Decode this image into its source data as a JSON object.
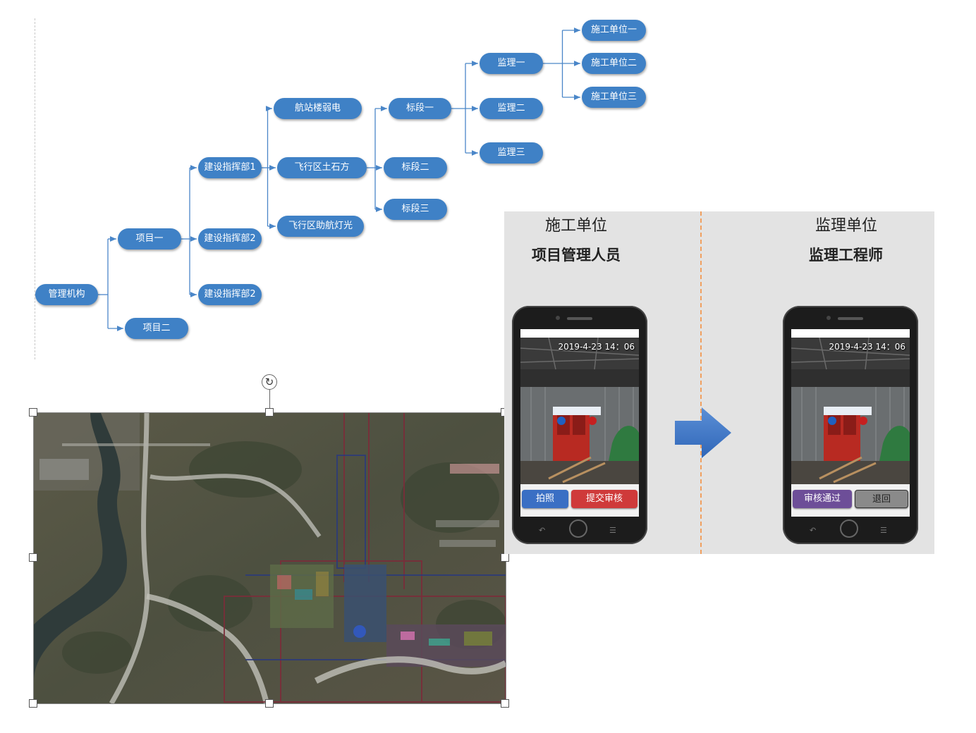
{
  "org_tree": {
    "nodes": [
      {
        "id": "root",
        "label": "管理机构"
      },
      {
        "id": "p1",
        "label": "项目一"
      },
      {
        "id": "p2",
        "label": "项目二"
      },
      {
        "id": "c1",
        "label": "建设指挥部1"
      },
      {
        "id": "c2a",
        "label": "建设指挥部2"
      },
      {
        "id": "c2b",
        "label": "建设指挥部2"
      },
      {
        "id": "w1",
        "label": "航站楼弱电"
      },
      {
        "id": "w2",
        "label": "飞行区土石方"
      },
      {
        "id": "w3",
        "label": "飞行区助航灯光"
      },
      {
        "id": "s1",
        "label": "标段一"
      },
      {
        "id": "s2",
        "label": "标段二"
      },
      {
        "id": "s3",
        "label": "标段三"
      },
      {
        "id": "j1",
        "label": "监理一"
      },
      {
        "id": "j2",
        "label": "监理二"
      },
      {
        "id": "j3",
        "label": "监理三"
      },
      {
        "id": "u1",
        "label": "施工单位一"
      },
      {
        "id": "u2",
        "label": "施工单位二"
      },
      {
        "id": "u3",
        "label": "施工单位三"
      }
    ],
    "edges": [
      [
        "root",
        "p1"
      ],
      [
        "root",
        "p2"
      ],
      [
        "p1",
        "c1"
      ],
      [
        "p1",
        "c2a"
      ],
      [
        "p1",
        "c2b"
      ],
      [
        "c1",
        "w1"
      ],
      [
        "c1",
        "w2"
      ],
      [
        "c1",
        "w3"
      ],
      [
        "w2",
        "s1"
      ],
      [
        "w2",
        "s2"
      ],
      [
        "w2",
        "s3"
      ],
      [
        "s1",
        "j1"
      ],
      [
        "s1",
        "j2"
      ],
      [
        "s1",
        "j3"
      ],
      [
        "j1",
        "u1"
      ],
      [
        "j1",
        "u2"
      ],
      [
        "j1",
        "u3"
      ]
    ]
  },
  "workflow": {
    "left": {
      "unit": "施工单位",
      "role": "项目管理人员",
      "timestamp": "2019-4-23  14：06",
      "buttons": [
        {
          "label": "拍照",
          "color": "#3a6fc4"
        },
        {
          "label": "提交审核",
          "color": "#cf3a3a"
        }
      ]
    },
    "right": {
      "unit": "监理单位",
      "role": "监理工程师",
      "timestamp": "2019-4-23  14：06",
      "buttons": [
        {
          "label": "审核通过",
          "color": "#6d4e98"
        },
        {
          "label": "退回",
          "color": "#8a8a8a"
        }
      ]
    }
  },
  "colors": {
    "node": "#3f81c6",
    "line": "#4a86c8",
    "arrow": "#3b72c1",
    "divider": "#f0a060",
    "panel": "#e3e3e3"
  }
}
